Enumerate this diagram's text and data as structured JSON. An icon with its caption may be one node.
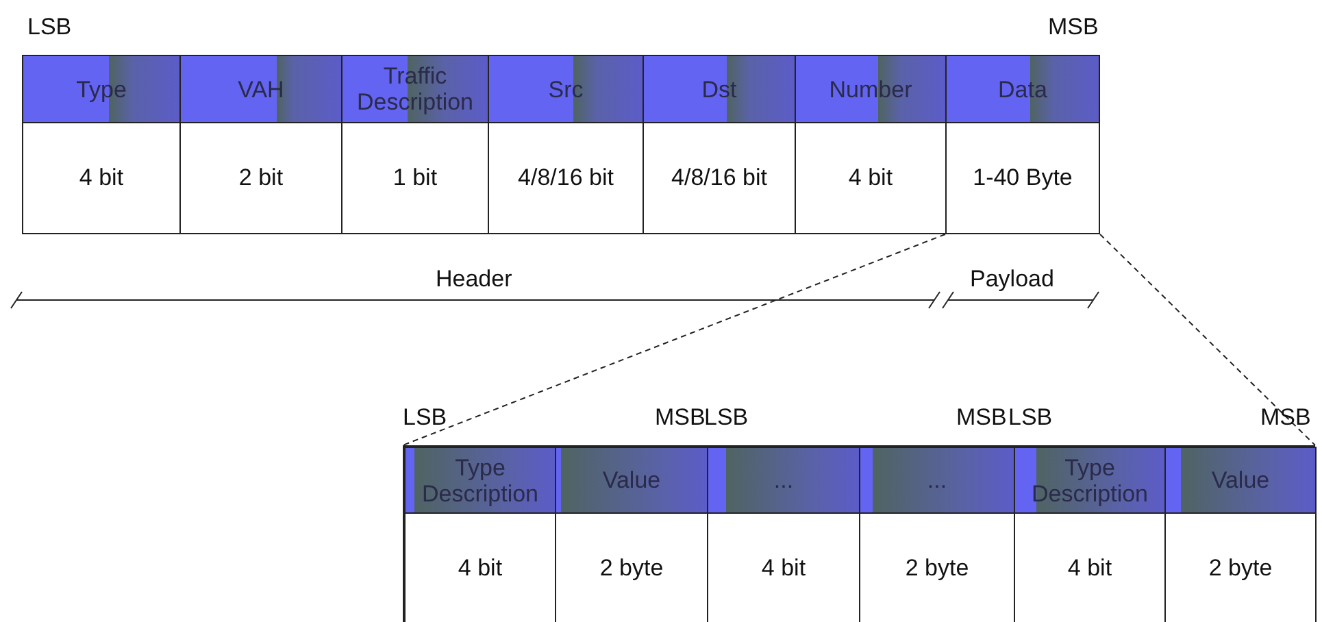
{
  "diagram": {
    "nodes": [
      {
        "text": [
          "Type",
          "4 bit"
        ]
      },
      {
        "text": [
          "VAH",
          "2 bit"
        ]
      },
      {
        "text": [
          "Traffic Description",
          "1 bit"
        ]
      },
      {
        "text": [
          "Src",
          "4/8/16 bit"
        ]
      },
      {
        "text": [
          "Dst",
          "4/8/16 bit"
        ]
      },
      {
        "text": [
          "Number",
          "4 bit"
        ]
      },
      {
        "text": [
          "Data",
          "1-40 Byte"
        ]
      },
      {
        "text": [],
        "shape": "box"
      },
      {
        "text": [
          "Type Description",
          "4 bit"
        ],
        "in": 7
      },
      {
        "text": [
          "Value",
          "2 byte"
        ],
        "in": 7
      },
      {
        "text": [
          "...",
          "4 bit"
        ],
        "in": 7
      },
      {
        "text": [
          "...",
          "2 byte"
        ],
        "in": 7
      },
      {
        "text": [
          "Type Description",
          "4 bit"
        ],
        "in": 7
      },
      {
        "text": [
          "Value",
          "2 byte"
        ],
        "in": 7
      }
    ],
    "edges": [
      {
        "from": 6,
        "to": 7,
        "arrow": "none",
        "style": "dashed"
      },
      {
        "from": 6,
        "to": 7,
        "arrow": "none",
        "style": "dashed"
      }
    ],
    "labels": [
      "LSB",
      "MSB",
      "Header",
      "Payload",
      "LSB",
      "MSB",
      "LSB",
      "MSB",
      "LSB",
      "MSB"
    ]
  }
}
